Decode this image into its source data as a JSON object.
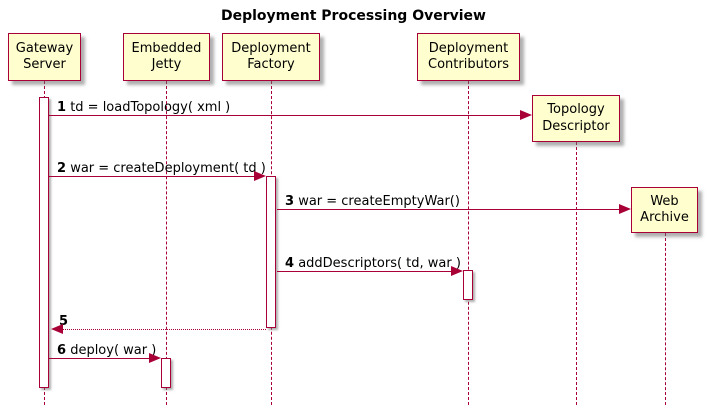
{
  "title": "Deployment Processing Overview",
  "colors": {
    "participant_fill": "#FEFECE",
    "line_and_border": "#A80036",
    "text": "#000000",
    "background": "#FFFFFF"
  },
  "participants": [
    {
      "label": "Gateway Server"
    },
    {
      "label": "Embedded Jetty"
    },
    {
      "label": "Deployment Factory"
    },
    {
      "label": "Deployment Contributors"
    }
  ],
  "created_participants": [
    {
      "label": "Topology Descriptor"
    },
    {
      "label": "Web Archive"
    }
  ],
  "messages": [
    {
      "num": "1",
      "text": "td = loadTopology( xml )",
      "from": "Gateway Server",
      "to": "Topology Descriptor",
      "style": "solid"
    },
    {
      "num": "2",
      "text": "war = createDeployment( td )",
      "from": "Gateway Server",
      "to": "Deployment Factory",
      "style": "solid"
    },
    {
      "num": "3",
      "text": "war = createEmptyWar()",
      "from": "Deployment Factory",
      "to": "Web Archive",
      "style": "solid"
    },
    {
      "num": "4",
      "text": "addDescriptors( td, war )",
      "from": "Deployment Factory",
      "to": "Deployment Contributors",
      "style": "solid"
    },
    {
      "num": "5",
      "text": "",
      "from": "Deployment Factory",
      "to": "Gateway Server",
      "style": "dashed-return"
    },
    {
      "num": "6",
      "text": "deploy( war )",
      "from": "Gateway Server",
      "to": "Embedded Jetty",
      "style": "solid"
    }
  ]
}
